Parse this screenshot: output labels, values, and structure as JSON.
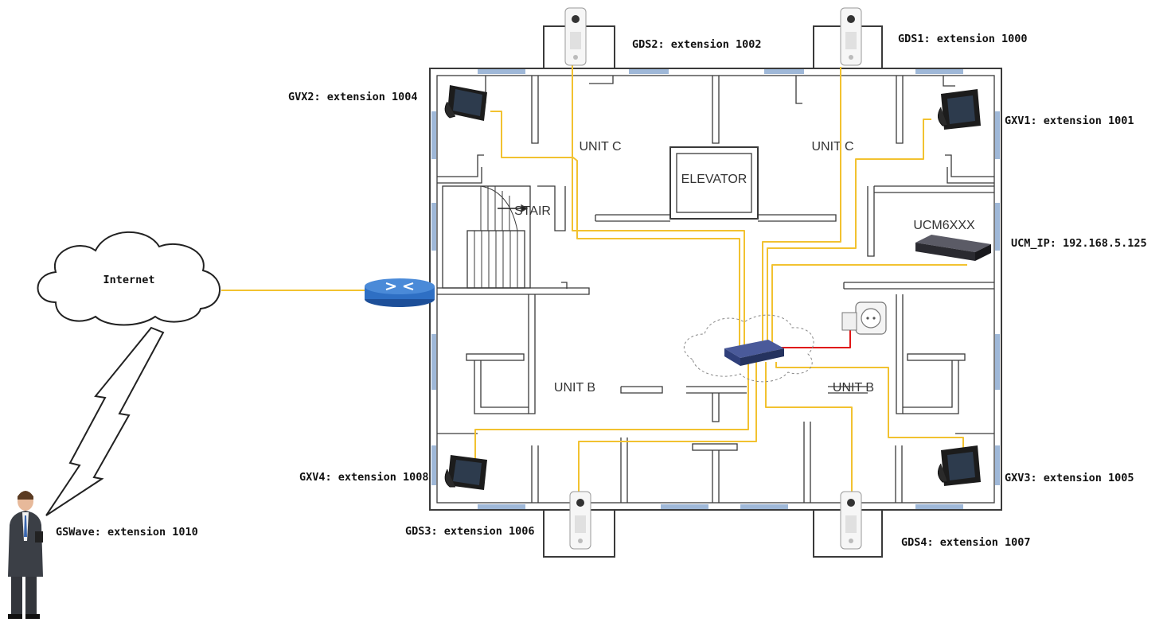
{
  "colors": {
    "cable": "#f2c230",
    "power_cable": "#e01616",
    "wall": "#3a3a3a",
    "window": "#9fb8d8",
    "router": "#2e6fc4",
    "switch": "#2f3f7a"
  },
  "internet": {
    "label": "Internet",
    "icon": "cloud-icon"
  },
  "router": {
    "icon": "router-icon"
  },
  "ucm": {
    "model_label": "UCM6XXX",
    "ip_label": "UCM_IP: 192.168.5.125",
    "icon": "pbx-server-icon"
  },
  "switch": {
    "icon": "network-switch-icon"
  },
  "power": {
    "icon": "power-outlet-icon"
  },
  "rooms": {
    "unit_c_left": "UNIT C",
    "unit_c_right": "UNIT C",
    "unit_b_left": "UNIT B",
    "unit_b_right": "UNIT B",
    "elevator": "ELEVATOR",
    "stair": "STAIR"
  },
  "devices": {
    "gds1": {
      "label": "GDS1: extension 1000",
      "icon": "door-station-icon"
    },
    "gds2": {
      "label": "GDS2: extension 1002",
      "icon": "door-station-icon"
    },
    "gds3": {
      "label": "GDS3: extension 1006",
      "icon": "door-station-icon"
    },
    "gds4": {
      "label": "GDS4: extension 1007",
      "icon": "door-station-icon"
    },
    "gxv1": {
      "label": "GXV1: extension 1001",
      "icon": "video-phone-icon"
    },
    "gxv2": {
      "label": "GVX2: extension 1004",
      "icon": "video-phone-icon"
    },
    "gxv3": {
      "label": "GXV3: extension 1005",
      "icon": "video-phone-icon"
    },
    "gxv4": {
      "label": "GXV4: extension 1008",
      "icon": "video-phone-icon"
    },
    "gswave": {
      "label": "GSWave: extension 1010",
      "icon": "mobile-user-icon"
    }
  }
}
